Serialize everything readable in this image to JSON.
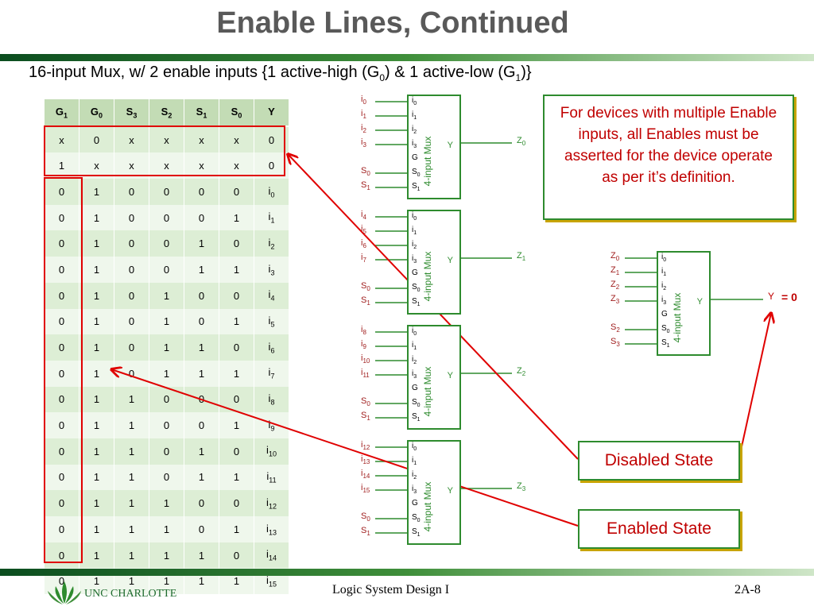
{
  "title": "Enable Lines, Continued",
  "subtitle": {
    "part1": "16-input Mux, w/ 2 enable inputs {1 active-high (G",
    "sub1": "0",
    "part2": ") & 1 active-low (G",
    "sub2": "1",
    "part3": ")}"
  },
  "truth_table": {
    "headers": [
      {
        "base": "G",
        "sub": "1"
      },
      {
        "base": "G",
        "sub": "0"
      },
      {
        "base": "S",
        "sub": "3"
      },
      {
        "base": "S",
        "sub": "2"
      },
      {
        "base": "S",
        "sub": "1"
      },
      {
        "base": "S",
        "sub": "0"
      },
      {
        "base": "Y",
        "sub": ""
      }
    ],
    "rows": [
      [
        "x",
        "0",
        "x",
        "x",
        "x",
        "x",
        "0"
      ],
      [
        "1",
        "x",
        "x",
        "x",
        "x",
        "x",
        "0"
      ],
      [
        "0",
        "1",
        "0",
        "0",
        "0",
        "0",
        "i0"
      ],
      [
        "0",
        "1",
        "0",
        "0",
        "0",
        "1",
        "i1"
      ],
      [
        "0",
        "1",
        "0",
        "0",
        "1",
        "0",
        "i2"
      ],
      [
        "0",
        "1",
        "0",
        "0",
        "1",
        "1",
        "i3"
      ],
      [
        "0",
        "1",
        "0",
        "1",
        "0",
        "0",
        "i4"
      ],
      [
        "0",
        "1",
        "0",
        "1",
        "0",
        "1",
        "i5"
      ],
      [
        "0",
        "1",
        "0",
        "1",
        "1",
        "0",
        "i6"
      ],
      [
        "0",
        "1",
        "0",
        "1",
        "1",
        "1",
        "i7"
      ],
      [
        "0",
        "1",
        "1",
        "0",
        "0",
        "0",
        "i8"
      ],
      [
        "0",
        "1",
        "1",
        "0",
        "0",
        "1",
        "i9"
      ],
      [
        "0",
        "1",
        "1",
        "0",
        "1",
        "0",
        "i10"
      ],
      [
        "0",
        "1",
        "1",
        "0",
        "1",
        "1",
        "i11"
      ],
      [
        "0",
        "1",
        "1",
        "1",
        "0",
        "0",
        "i12"
      ],
      [
        "0",
        "1",
        "1",
        "1",
        "0",
        "1",
        "i13"
      ],
      [
        "0",
        "1",
        "1",
        "1",
        "1",
        "0",
        "i14"
      ],
      [
        "0",
        "1",
        "1",
        "1",
        "1",
        "1",
        "i15"
      ]
    ]
  },
  "mux_label": "4-input Mux",
  "mux_pins": [
    [
      "i",
      "0"
    ],
    [
      "i",
      "1"
    ],
    [
      "i",
      "2"
    ],
    [
      "i",
      "3"
    ],
    [
      "G",
      ""
    ],
    [
      "S",
      "0"
    ],
    [
      "S",
      "1"
    ]
  ],
  "mux_output": "Y",
  "first_stage": [
    {
      "inputs": [
        [
          "i",
          "0"
        ],
        [
          "i",
          "1"
        ],
        [
          "i",
          "2"
        ],
        [
          "i",
          "3"
        ]
      ],
      "selects": [
        [
          "S",
          "0"
        ],
        [
          "S",
          "1"
        ]
      ],
      "output": [
        "Z",
        "0"
      ]
    },
    {
      "inputs": [
        [
          "i",
          "4"
        ],
        [
          "i",
          "5"
        ],
        [
          "i",
          "6"
        ],
        [
          "i",
          "7"
        ]
      ],
      "selects": [
        [
          "S",
          "0"
        ],
        [
          "S",
          "1"
        ]
      ],
      "output": [
        "Z",
        "1"
      ]
    },
    {
      "inputs": [
        [
          "i",
          "8"
        ],
        [
          "i",
          "9"
        ],
        [
          "i",
          "10"
        ],
        [
          "i",
          "11"
        ]
      ],
      "selects": [
        [
          "S",
          "0"
        ],
        [
          "S",
          "1"
        ]
      ],
      "output": [
        "Z",
        "2"
      ]
    },
    {
      "inputs": [
        [
          "i",
          "12"
        ],
        [
          "i",
          "13"
        ],
        [
          "i",
          "14"
        ],
        [
          "i",
          "15"
        ]
      ],
      "selects": [
        [
          "S",
          "0"
        ],
        [
          "S",
          "1"
        ]
      ],
      "output": [
        "Z",
        "3"
      ]
    }
  ],
  "second_stage": {
    "inputs": [
      [
        "Z",
        "0"
      ],
      [
        "Z",
        "1"
      ],
      [
        "Z",
        "2"
      ],
      [
        "Z",
        "3"
      ]
    ],
    "selects": [
      [
        "S",
        "2"
      ],
      [
        "S",
        "3"
      ]
    ],
    "output": "Y",
    "result": "= 0"
  },
  "info_text": "For devices with multiple Enable inputs, all Enables must be asserted for the device operate as per it’s definition.",
  "disabled_label": "Disabled State",
  "enabled_label": "Enabled State",
  "colors": {
    "accent_green": "#2e8b2e",
    "highlight_red": "#e00000",
    "table_header": "#c3dcb5"
  },
  "footer": {
    "logo_text": "UNC CHARLOTTE",
    "course": "Logic System Design I",
    "page": "2A-8"
  }
}
